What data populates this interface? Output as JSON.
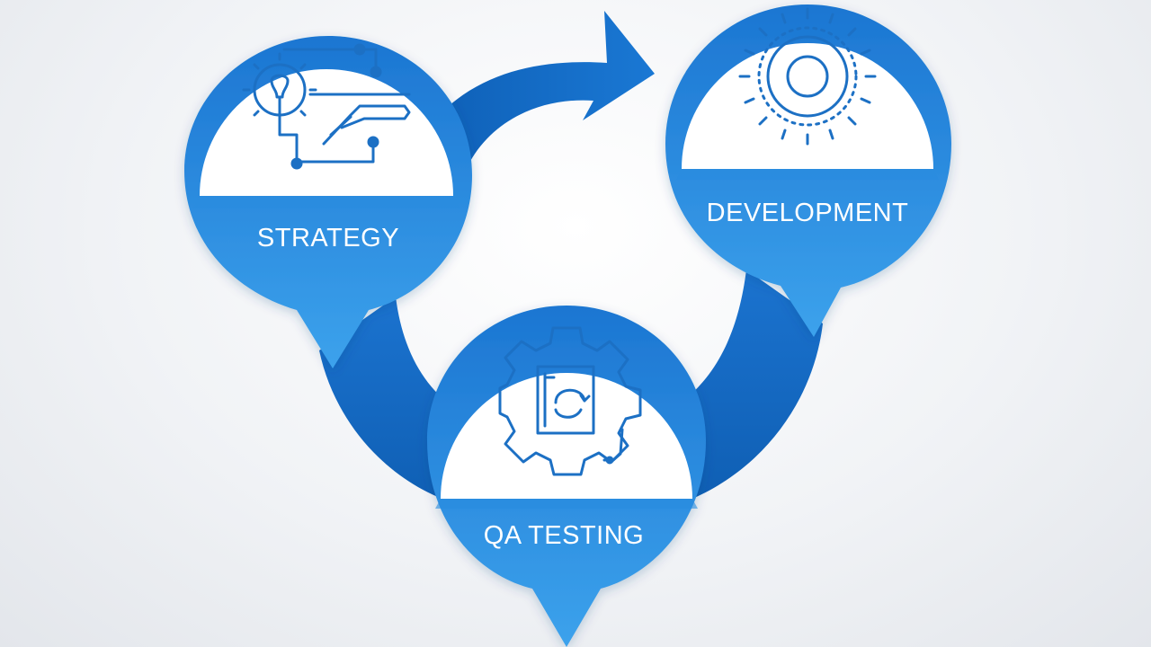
{
  "diagram": {
    "stages": [
      {
        "id": "strategy",
        "label": "STRATEGY",
        "icon": "lightbulb-gear-circuit-icon"
      },
      {
        "id": "development",
        "label": "DEVELOPMENT",
        "icon": "radiating-circle-icon"
      },
      {
        "id": "qa",
        "label": "QA TESTING",
        "icon": "gear-document-icon"
      }
    ],
    "colors": {
      "primary": "#1f7fd6",
      "dark": "#0f62b8",
      "light": "#3aa0ea",
      "icon_stroke": "#1d6fc4",
      "disc": "#ffffff",
      "background": "#eef0f3"
    }
  }
}
